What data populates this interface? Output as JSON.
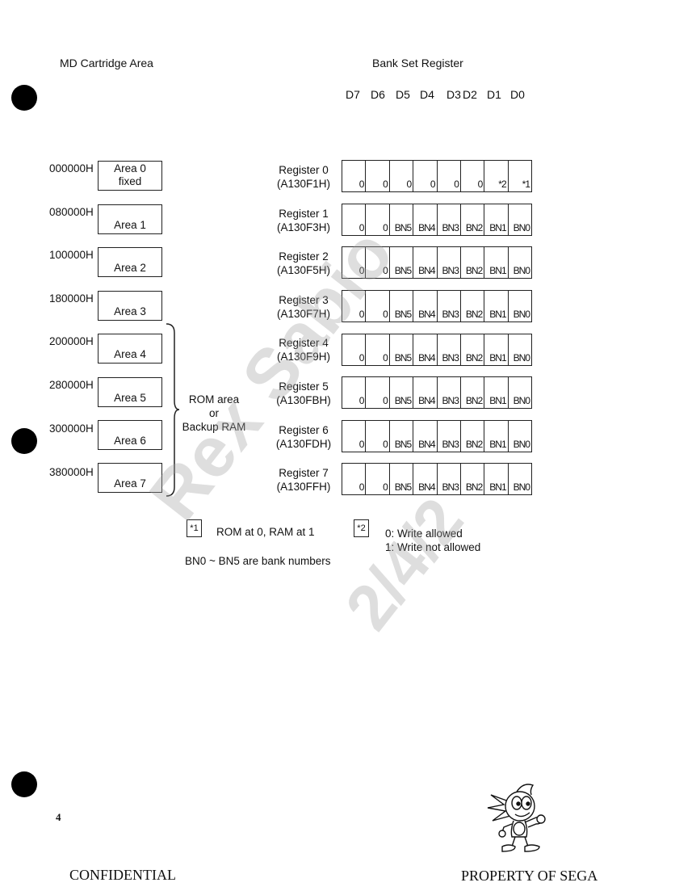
{
  "header": {
    "left_title": "MD Cartridge Area",
    "right_title": "Bank Set Register",
    "bits": [
      "D7",
      "D6",
      "D5",
      "D4",
      "D3",
      "D2",
      "D1",
      "D0"
    ]
  },
  "areas": [
    {
      "addr": "000000H",
      "line1": "Area 0",
      "line2": "fixed"
    },
    {
      "addr": "080000H",
      "line1": "Area 1"
    },
    {
      "addr": "100000H",
      "line1": "Area 2"
    },
    {
      "addr": "180000H",
      "line1": "Area 3"
    },
    {
      "addr": "200000H",
      "line1": "Area 4"
    },
    {
      "addr": "280000H",
      "line1": "Area 5"
    },
    {
      "addr": "300000H",
      "line1": "Area 6"
    },
    {
      "addr": "380000H",
      "line1": "Area 7"
    }
  ],
  "brace_label": {
    "line1": "ROM area",
    "line2": "or",
    "line3": "Backup RAM"
  },
  "registers": [
    {
      "name": "Register 0",
      "addr": "(A130F1H)",
      "cells": [
        "0",
        "0",
        "0",
        "0",
        "0",
        "0",
        "*2",
        "*1"
      ]
    },
    {
      "name": "Register 1",
      "addr": "(A130F3H)",
      "cells": [
        "0",
        "0",
        "BN5",
        "BN4",
        "BN3",
        "BN2",
        "BN1",
        "BN0"
      ]
    },
    {
      "name": "Register 2",
      "addr": "(A130F5H)",
      "cells": [
        "0",
        "0",
        "BN5",
        "BN4",
        "BN3",
        "BN2",
        "BN1",
        "BN0"
      ]
    },
    {
      "name": "Register 3",
      "addr": "(A130F7H)",
      "cells": [
        "0",
        "0",
        "BN5",
        "BN4",
        "BN3",
        "BN2",
        "BN1",
        "BN0"
      ]
    },
    {
      "name": "Register 4",
      "addr": "(A130F9H)",
      "cells": [
        "0",
        "0",
        "BN5",
        "BN4",
        "BN3",
        "BN2",
        "BN1",
        "BN0"
      ]
    },
    {
      "name": "Register 5",
      "addr": "(A130FBH)",
      "cells": [
        "0",
        "0",
        "BN5",
        "BN4",
        "BN3",
        "BN2",
        "BN1",
        "BN0"
      ]
    },
    {
      "name": "Register 6",
      "addr": "(A130FDH)",
      "cells": [
        "0",
        "0",
        "BN5",
        "BN4",
        "BN3",
        "BN2",
        "BN1",
        "BN0"
      ]
    },
    {
      "name": "Register 7",
      "addr": "(A130FFH)",
      "cells": [
        "0",
        "0",
        "BN5",
        "BN4",
        "BN3",
        "BN2",
        "BN1",
        "BN0"
      ]
    }
  ],
  "notes": {
    "n1_mark": "*1",
    "n1_text": "ROM at 0,  RAM at 1",
    "n2_mark": "*2",
    "n2_line1": "0: Write allowed",
    "n2_line2": "1: Write not allowed",
    "bank_note": "BN0 ~ BN5 are bank numbers"
  },
  "watermark": {
    "line1": "Rex Sabio",
    "line2": "2/4/2"
  },
  "footer": {
    "page_number": "4",
    "confidential": "CONFIDENTIAL",
    "property": "PROPERTY OF SEGA"
  },
  "mascot_icon": "sonic-mascot-icon"
}
